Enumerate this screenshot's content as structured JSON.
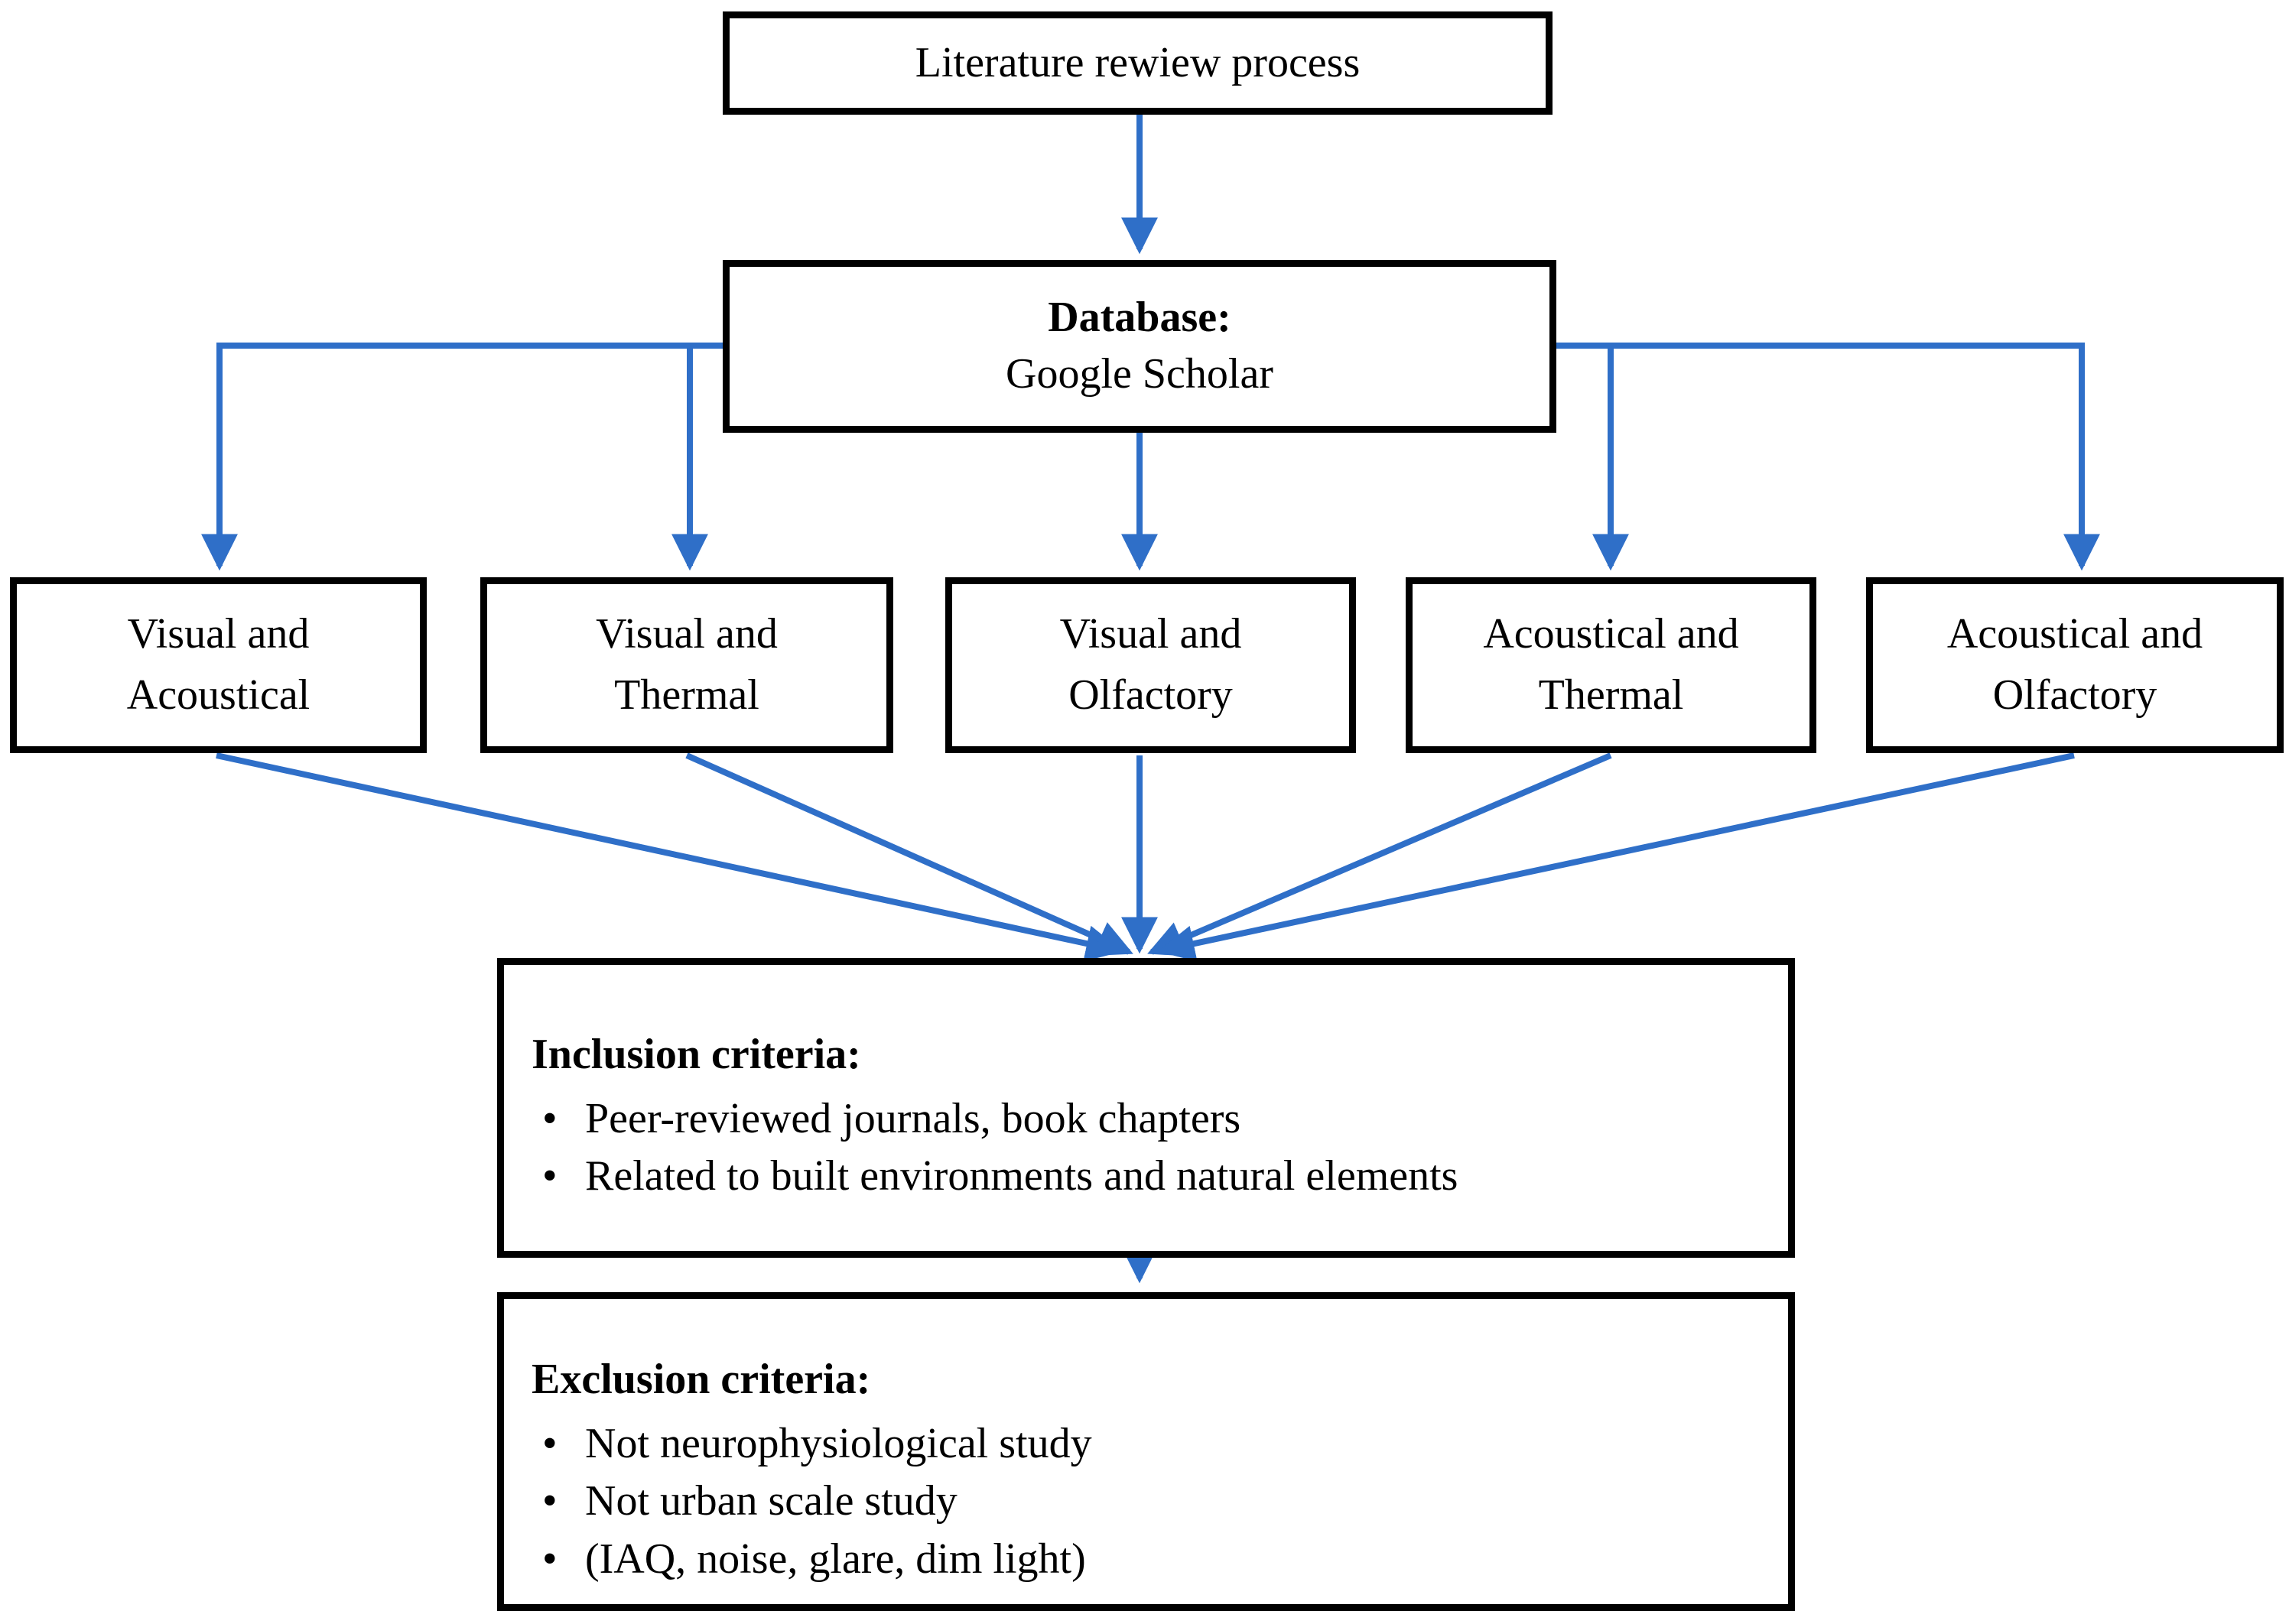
{
  "diagram": {
    "colors": {
      "arrow": "#2f6fc8",
      "border": "#000000",
      "background": "#ffffff",
      "text": "#000000"
    },
    "bullet_char": "•",
    "nodes": {
      "title": {
        "label": "Literature rewiew process"
      },
      "database": {
        "heading": "Database:",
        "value": "Google Scholar"
      },
      "categories": [
        {
          "line1": "Visual and",
          "line2": "Acoustical"
        },
        {
          "line1": "Visual and",
          "line2": "Thermal"
        },
        {
          "line1": "Visual and",
          "line2": "Olfactory"
        },
        {
          "line1": "Acoustical and",
          "line2": "Thermal"
        },
        {
          "line1": "Acoustical and",
          "line2": "Olfactory"
        }
      ],
      "inclusion": {
        "heading": "Inclusion criteria:",
        "items": [
          "Peer-reviewed journals, book chapters",
          "Related to built environments and natural elements"
        ]
      },
      "exclusion": {
        "heading": "Exclusion criteria:",
        "items": [
          "Not neurophysiological study",
          "Not urban scale study",
          "(IAQ, noise, glare, dim light)"
        ]
      }
    }
  }
}
